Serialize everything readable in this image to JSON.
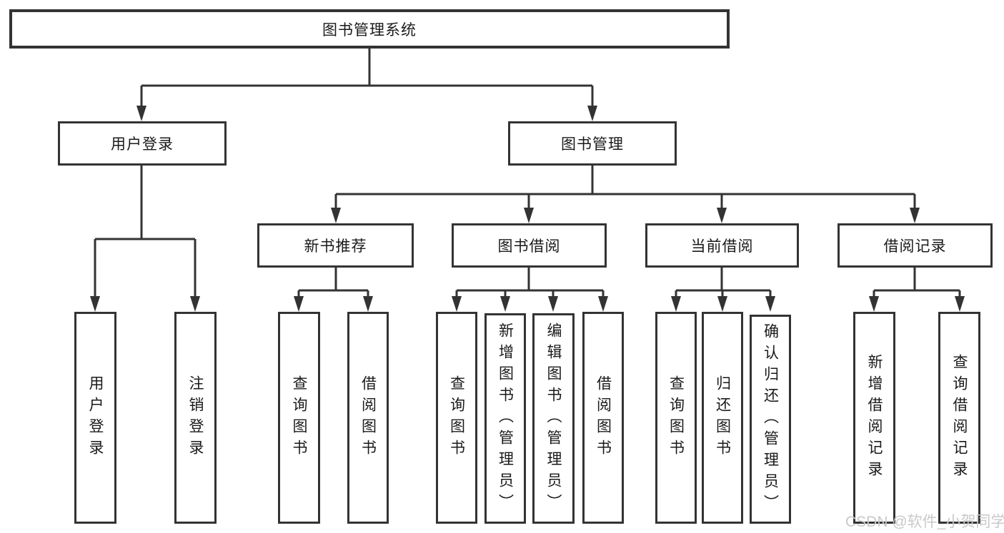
{
  "tree": {
    "root": {
      "label": "图书管理系统"
    },
    "branches": [
      {
        "label": "用户登录",
        "children": [
          {
            "label": "用户登录"
          },
          {
            "label": "注销登录"
          }
        ]
      },
      {
        "label": "图书管理",
        "children": [
          {
            "label": "新书推荐",
            "children": [
              {
                "label": "查询图书"
              },
              {
                "label": "借阅图书"
              }
            ]
          },
          {
            "label": "图书借阅",
            "children": [
              {
                "label": "查询图书"
              },
              {
                "label": "新增图书（管理员）"
              },
              {
                "label": "编辑图书（管理员）"
              },
              {
                "label": "借阅图书"
              }
            ]
          },
          {
            "label": "当前借阅",
            "children": [
              {
                "label": "查询图书"
              },
              {
                "label": "归还图书"
              },
              {
                "label": "确认归还（管理员）"
              }
            ]
          },
          {
            "label": "借阅记录",
            "children": [
              {
                "label": "新增借阅记录"
              },
              {
                "label": "查询借阅记录"
              }
            ]
          }
        ]
      }
    ]
  },
  "watermark": "CSDN @软件_小贺同学",
  "colors": {
    "line": "#333333",
    "box_border": "#333333",
    "text": "#1a1a1a",
    "watermark": "#c9c9c9",
    "background": "#ffffff"
  }
}
